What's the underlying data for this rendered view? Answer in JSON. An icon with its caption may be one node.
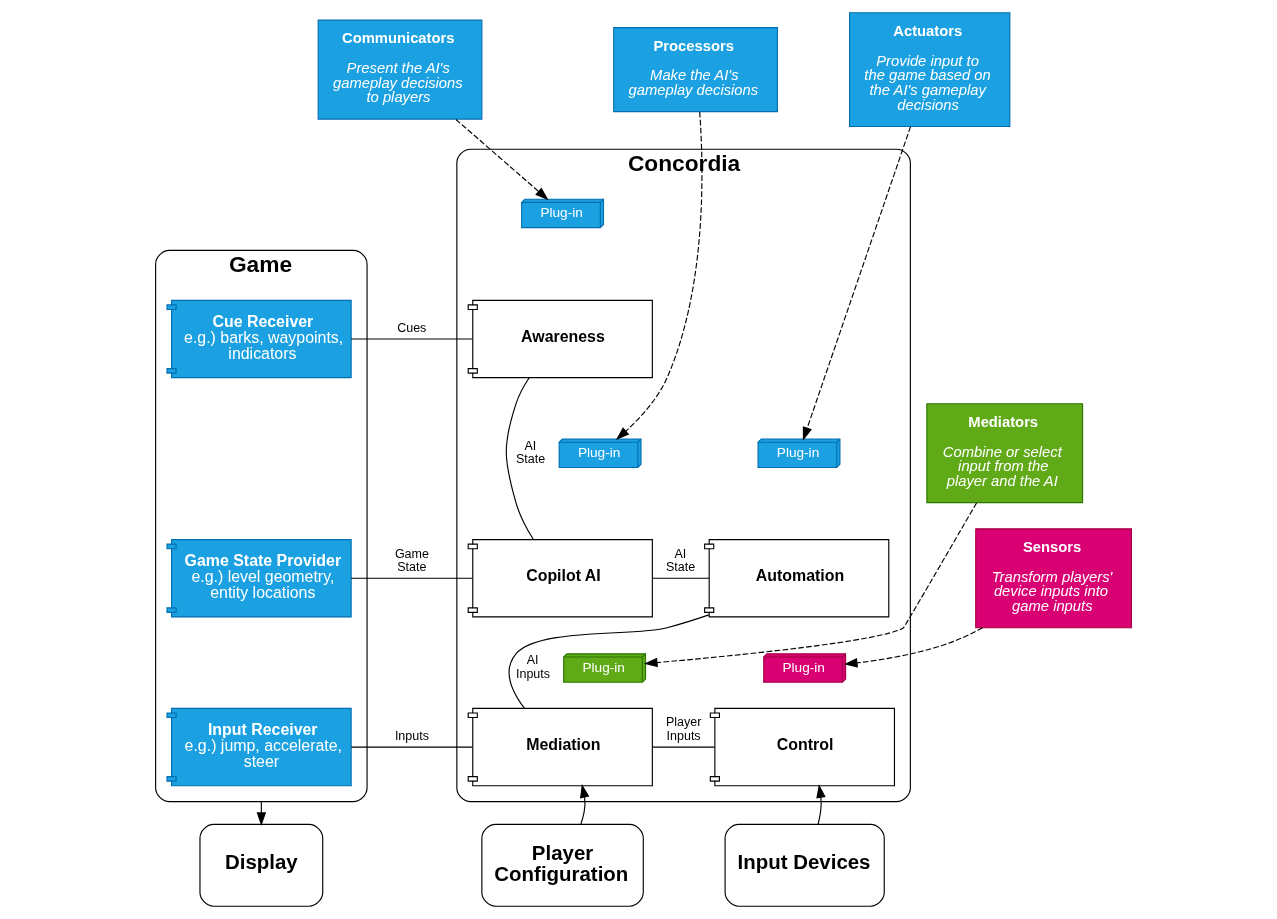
{
  "diagram": {
    "nodes": [
      {
        "text": [
          "Communicators",
          "Present the AI's gameplay decisions to players"
        ]
      },
      {
        "text": [
          "Processors",
          "Make the AI's gameplay decisions"
        ]
      },
      {
        "text": [
          "Actuators",
          "Provide input to the game based on the AI's gameplay decisions"
        ]
      },
      {
        "text": [
          "Game"
        ]
      },
      {
        "text": [
          "Cue Receiver",
          "e.g.) barks, waypoints, indicators"
        ],
        "in": 3
      },
      {
        "text": [
          "Game State Provider",
          "e.g.) level geometry, entity locations"
        ],
        "in": 3
      },
      {
        "text": [
          "Input Receiver",
          "e.g.) jump, accelerate, steer"
        ],
        "in": 3
      },
      {
        "text": [
          "Concordia"
        ]
      },
      {
        "text": [
          "Plug-in"
        ],
        "in": 7
      },
      {
        "text": [
          "Awareness"
        ],
        "in": 7
      },
      {
        "text": [
          "Plug-in"
        ],
        "in": 7
      },
      {
        "text": [
          "Copilot AI"
        ],
        "in": 7
      },
      {
        "text": [
          "Plug-in"
        ],
        "in": 7
      },
      {
        "text": [
          "Automation"
        ],
        "in": 7
      },
      {
        "text": [
          "Plug-in"
        ],
        "in": 7
      },
      {
        "text": [
          "Mediation"
        ],
        "in": 7
      },
      {
        "text": [
          "Plug-in"
        ],
        "in": 7
      },
      {
        "text": [
          "Control"
        ],
        "in": 7
      },
      {
        "text": [
          "Mediators",
          "Combine or select input from the player and the AI"
        ]
      },
      {
        "text": [
          "Sensors",
          "Transform players' device inputs into game inputs"
        ]
      },
      {
        "text": [
          "Display"
        ]
      },
      {
        "text": [
          "Player Configuration"
        ]
      },
      {
        "text": [
          "Input Devices"
        ]
      }
    ],
    "edges": [
      {
        "from": 0,
        "to": 8,
        "arrow": "to",
        "style": "dashed"
      },
      {
        "from": 1,
        "to": 10,
        "arrow": "to",
        "style": "dashed"
      },
      {
        "from": 2,
        "to": 12,
        "arrow": "to",
        "style": "dashed"
      },
      {
        "from": 18,
        "to": 14,
        "arrow": "to",
        "style": "dashed"
      },
      {
        "from": 19,
        "to": 16,
        "arrow": "to",
        "style": "dashed"
      },
      {
        "from": 4,
        "to": 9,
        "arrow": "none",
        "label": "Cues"
      },
      {
        "from": 9,
        "to": 11,
        "arrow": "none",
        "label": "AI State"
      },
      {
        "from": 5,
        "to": 11,
        "arrow": "none",
        "label": "Game State"
      },
      {
        "from": 11,
        "to": 13,
        "arrow": "none",
        "label": "AI State"
      },
      {
        "from": 13,
        "to": 15,
        "arrow": "none",
        "label": "AI Inputs"
      },
      {
        "from": 6,
        "to": 15,
        "arrow": "none",
        "label": "Inputs"
      },
      {
        "from": 15,
        "to": 17,
        "arrow": "none",
        "label": "Player Inputs"
      },
      {
        "from": 3,
        "to": 20,
        "arrow": "to"
      },
      {
        "from": 21,
        "to": 15,
        "arrow": "to"
      },
      {
        "from": 22,
        "to": 17,
        "arrow": "to"
      }
    ]
  }
}
